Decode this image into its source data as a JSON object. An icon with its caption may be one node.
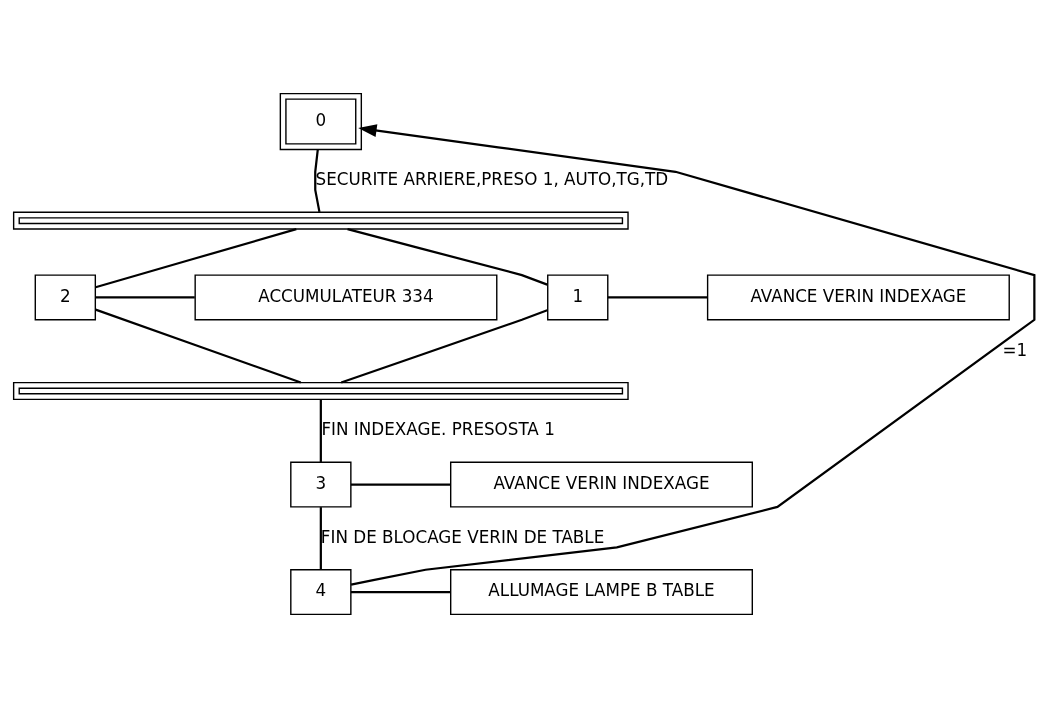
{
  "diagram": {
    "nodes": [
      {
        "text": [
          "0"
        ]
      },
      {
        "text": [],
        "shape": "bar"
      },
      {
        "text": [
          "2"
        ]
      },
      {
        "text": [
          "ACCUMULATEUR 334"
        ]
      },
      {
        "text": [
          "1"
        ]
      },
      {
        "text": [
          "AVANCE VERIN INDEXAGE"
        ]
      },
      {
        "text": [],
        "shape": "bar"
      },
      {
        "text": [
          "3"
        ]
      },
      {
        "text": [
          "AVANCE VERIN INDEXAGE"
        ]
      },
      {
        "text": [
          "4"
        ]
      },
      {
        "text": [
          "ALLUMAGE LAMPE B TABLE"
        ]
      }
    ],
    "edges": [
      {
        "from": 0,
        "to": 1,
        "arrow": "none",
        "label": "SECURITE ARRIERE,PRESO 1, AUTO,TG,TD"
      },
      {
        "from": 1,
        "to": 2,
        "arrow": "none"
      },
      {
        "from": 1,
        "to": 4,
        "arrow": "none"
      },
      {
        "from": 2,
        "to": 3,
        "arrow": "none"
      },
      {
        "from": 4,
        "to": 5,
        "arrow": "none"
      },
      {
        "from": 2,
        "to": 6,
        "arrow": "none"
      },
      {
        "from": 4,
        "to": 6,
        "arrow": "none"
      },
      {
        "from": 6,
        "to": 7,
        "arrow": "none",
        "label": "FIN INDEXAGE. PRESOSTA 1"
      },
      {
        "from": 7,
        "to": 8,
        "arrow": "none"
      },
      {
        "from": 7,
        "to": 9,
        "arrow": "none",
        "label": "FIN DE BLOCAGE VERIN DE TABLE"
      },
      {
        "from": 9,
        "to": 10,
        "arrow": "none"
      },
      {
        "from": 9,
        "to": 0,
        "arrow": "to",
        "label": "=1"
      }
    ]
  }
}
